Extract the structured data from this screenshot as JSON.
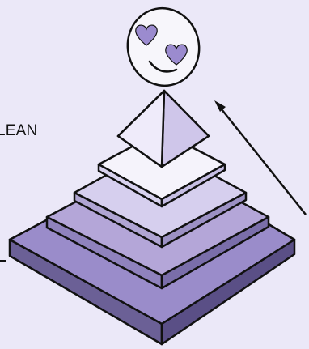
{
  "diagram": {
    "label_text": "LEAN",
    "layers": [
      {
        "name": "base",
        "fill": "#9a8cca"
      },
      {
        "name": "second",
        "fill": "#b4a6d8"
      },
      {
        "name": "third",
        "fill": "#d6cfee"
      },
      {
        "name": "fourth",
        "fill": "#f5f3fb"
      },
      {
        "name": "apex",
        "fill": "#e6e1f5"
      }
    ],
    "colors": {
      "background": "#ebe8f8",
      "outline": "#111111",
      "heart": "#9b8bcf",
      "face": "#f7f6fb"
    },
    "icons": [
      "heart-eyes-emoji-icon",
      "arrow-up-left-icon"
    ]
  }
}
